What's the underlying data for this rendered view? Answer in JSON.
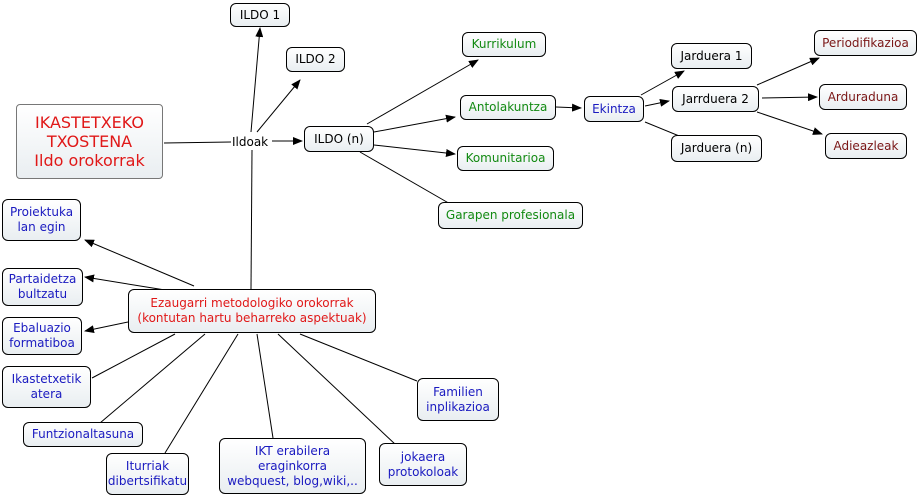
{
  "colors": {
    "green_text": "#128a12",
    "blue_text": "#1a1ac0",
    "maroon_text": "#7a1616",
    "red_text": "#e01818",
    "line": "#000000"
  },
  "nodes": {
    "main": "IKASTETXEKO\nTXOSTENA\nIldo orokorrak",
    "ildoak": "Ildoak",
    "ildo1": "ILDO 1",
    "ildo2": "ILDO 2",
    "ildon": "ILDO (n)",
    "kurrikulum": "Kurrikulum",
    "antolakuntza": "Antolakuntza",
    "komunitarioa": "Komunitarioa",
    "garapen": "Garapen profesionala",
    "ekintza": "Ekintza",
    "jarduera1": "Jarduera 1",
    "jarduera2": "Jarrduera 2",
    "jardueran": "Jarduera (n)",
    "periodifikazioa": "Periodifikazioa",
    "arduraduna": "Arduraduna",
    "adieazleak": "Adieazleak",
    "ezaugarri": "Ezaugarri metodologiko orokorrak\n(kontutan hartu beharreko aspektuak)",
    "proiektuka": "Proiektuka\nlan egin",
    "partaidetza": "Partaidetza\nbultzatu",
    "ebaluazio": "Ebaluazio\nformatiboa",
    "ikastetxetik": "Ikastetxetik\natera",
    "funtzionaltasuna": "Funtzionaltasuna",
    "iturriak": "Iturriak\ndibertsifikatu",
    "ikt": "IKT erabilera\neraginkorra\nwebquest, blog,wiki,..",
    "jokaera": "jokaera\nprotokoloak",
    "familien": "Familien\ninplikazioa"
  }
}
